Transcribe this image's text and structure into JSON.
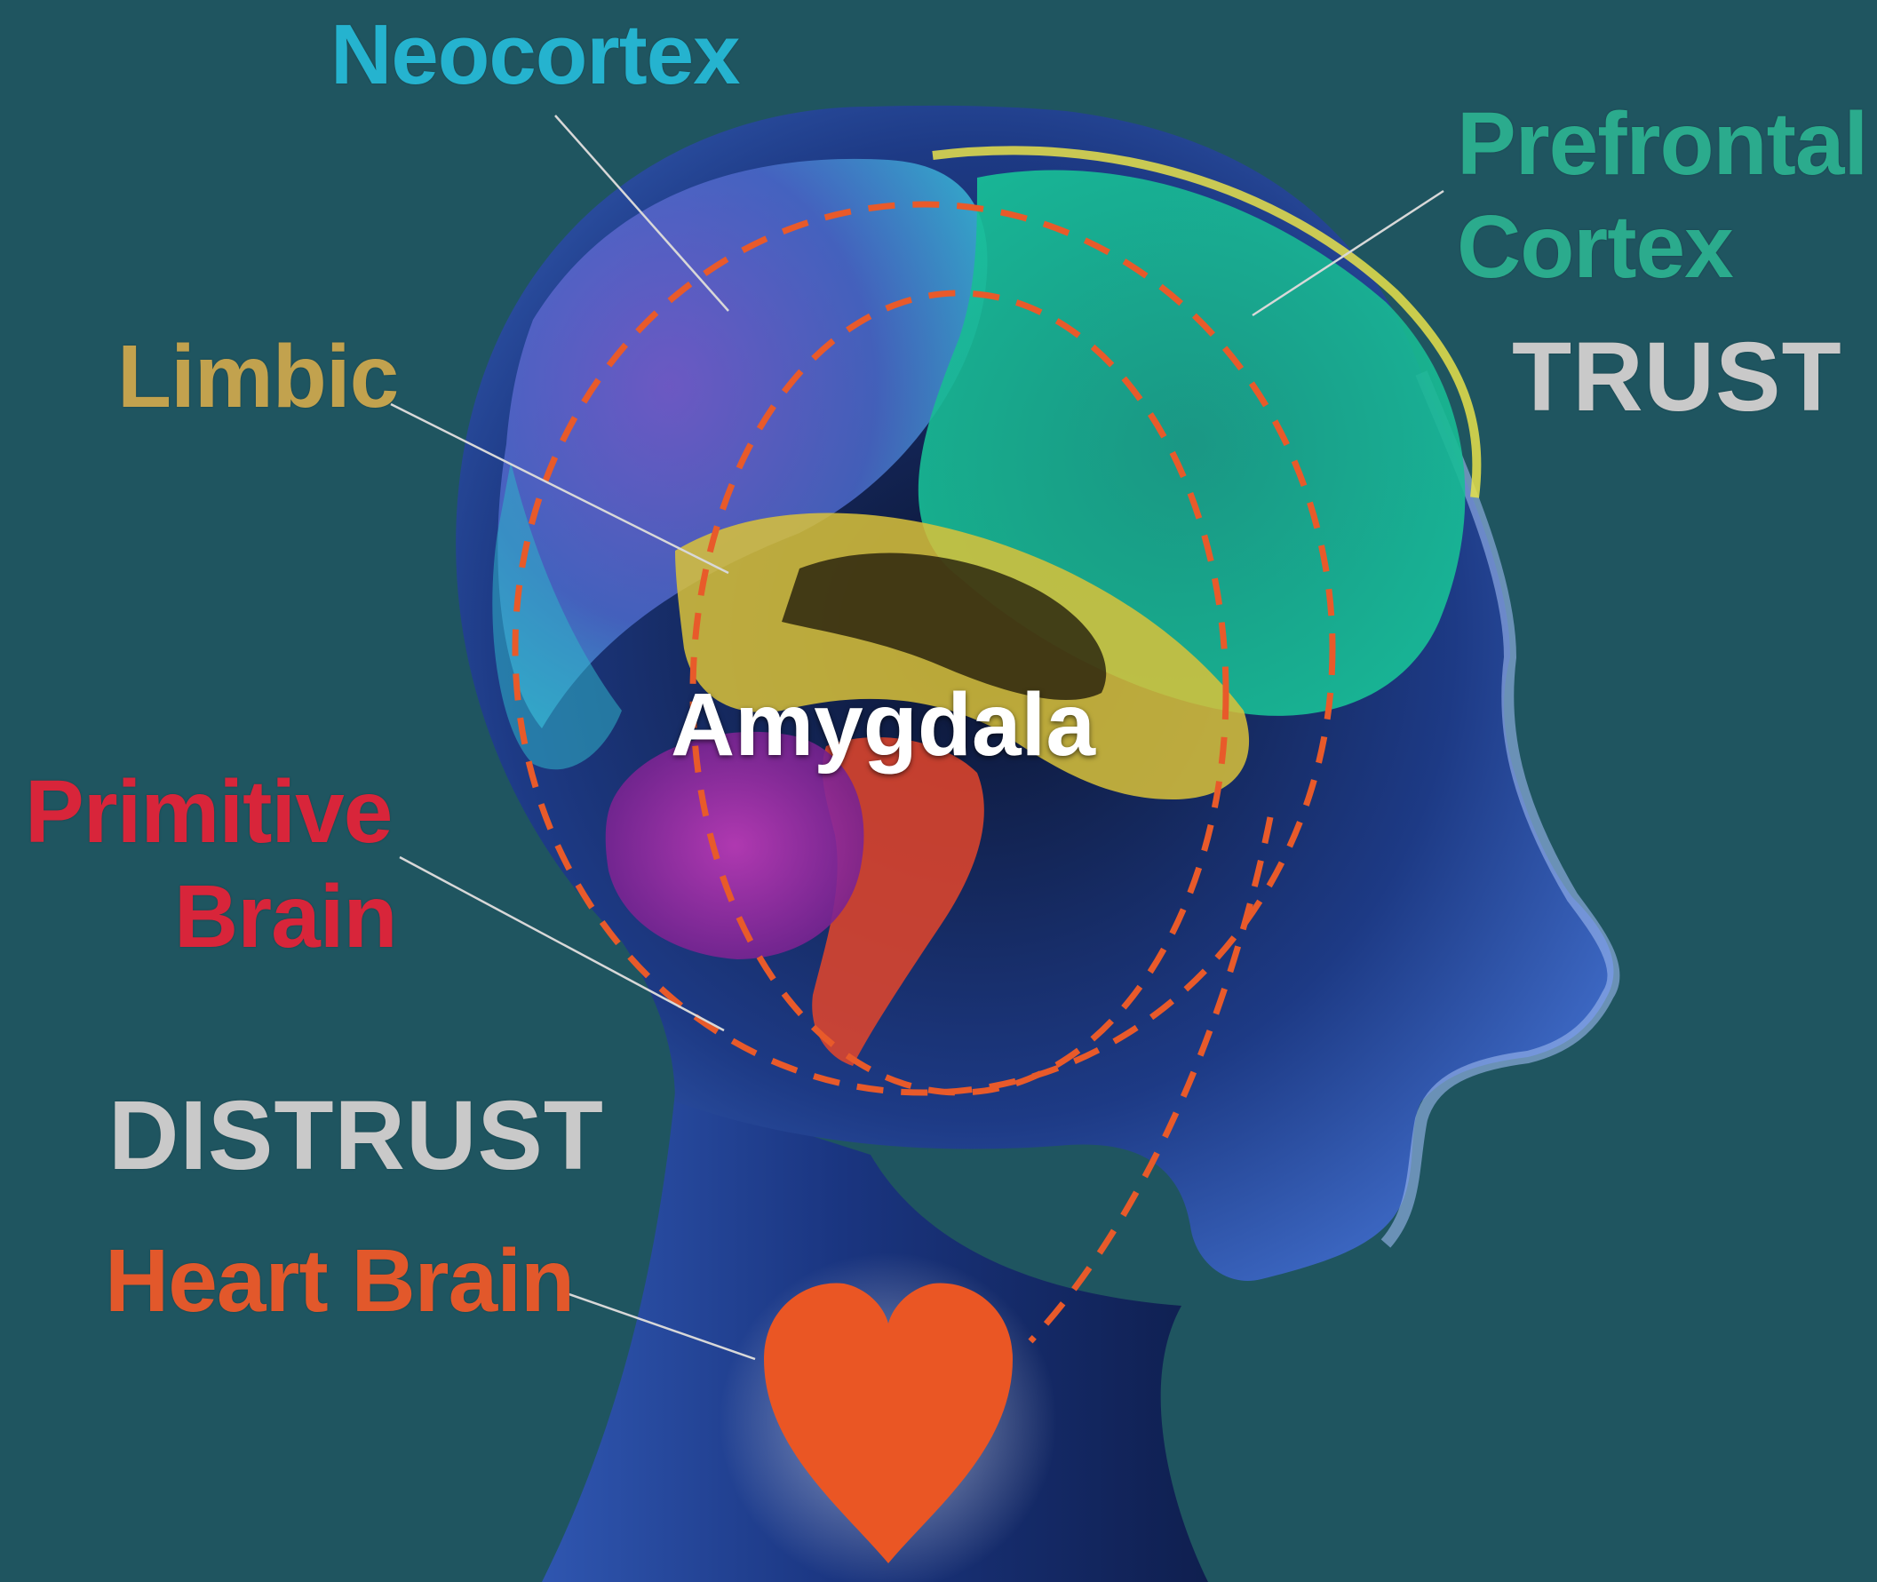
{
  "labels": {
    "neocortex": "Neocortex",
    "prefrontal_line1": "Prefrontal",
    "prefrontal_line2": "Cortex",
    "trust": "TRUST",
    "limbic": "Limbic",
    "amygdala": "Amygdala",
    "primitive_line1": "Primitive",
    "primitive_line2": "Brain",
    "distrust": "DISTRUST",
    "heart_brain": "Heart Brain"
  },
  "colors": {
    "background": "#1f5560",
    "neocortex": "#25b3cf",
    "prefrontal": "#2bab8d",
    "limbic": "#c2a24e",
    "primitive": "#d8253a",
    "heart": "#e2582b",
    "trust_distrust": "#c9c9c9",
    "dashed_circles": "#e85a2a",
    "head": "#2b4fa0"
  },
  "icons": {
    "head": "human-head-profile-silhouette",
    "brain": "brain-icon",
    "heart": "heart-icon"
  }
}
